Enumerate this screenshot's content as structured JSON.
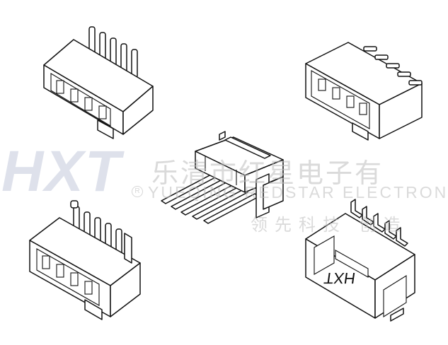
{
  "watermark": {
    "logo": "HXT",
    "company_cn": "乐清市红星电子有",
    "company_en": "YUEQING REDSTAR ELECTRONIC",
    "registered": "R",
    "tagline": "领先科技 创造"
  },
  "product_marking": "HXT",
  "colors": {
    "outline": "#111111",
    "watermark_logo": "#c4cadc",
    "watermark_text": "#bcbcbc",
    "background": "#ffffff"
  }
}
